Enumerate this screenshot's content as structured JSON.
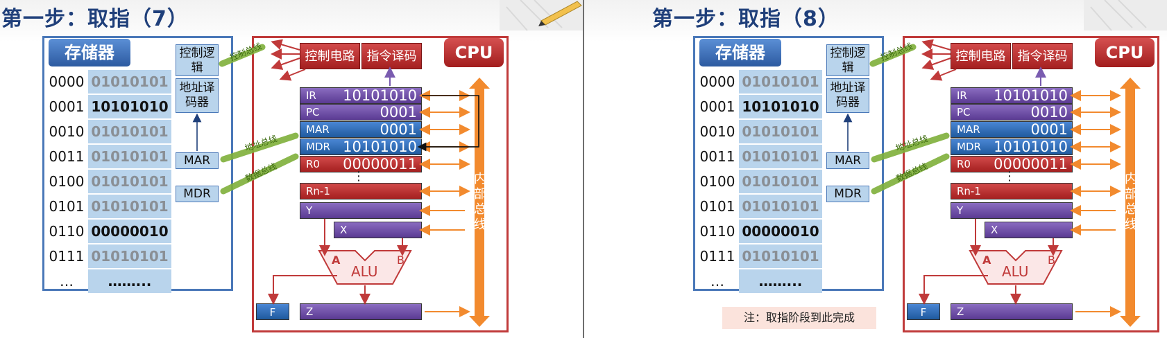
{
  "panels": [
    {
      "title": "第一步：取指（7）",
      "memory_title": "存储器",
      "memory": [
        {
          "addr": "0000",
          "value": "01010101"
        },
        {
          "addr": "0001",
          "value": "10101010"
        },
        {
          "addr": "0010",
          "value": "01010101"
        },
        {
          "addr": "0011",
          "value": "01010101"
        },
        {
          "addr": "0100",
          "value": "01010101"
        },
        {
          "addr": "0101",
          "value": "01010101"
        },
        {
          "addr": "0110",
          "value": "00000010"
        },
        {
          "addr": "0111",
          "value": "01010101"
        },
        {
          "addr": "…",
          "value": "……..."
        }
      ],
      "ctrl_logic": "控制逻辑",
      "addr_decoder": "地址译码器",
      "mar": "MAR",
      "mdr": "MDR",
      "cpu_title": "CPU",
      "ctrl_circuit": "控制电路",
      "instr_decode": "指令译码",
      "bus_labels": {
        "control": "控制总线",
        "address": "地址总线",
        "data": "数据总线"
      },
      "internal_bus": "内部总线",
      "registers": [
        {
          "name": "IR",
          "value": "10101010"
        },
        {
          "name": "PC",
          "value": "0001"
        },
        {
          "name": "MAR",
          "value": "0001"
        },
        {
          "name": "MDR",
          "value": "10101010"
        },
        {
          "name": "R0",
          "value": "00000011"
        }
      ],
      "dots": "⋮",
      "rn": "Rn-1",
      "y": "Y",
      "x": "X",
      "alu": "ALU",
      "alu_a": "A",
      "alu_b": "B",
      "f": "F",
      "z": "Z"
    },
    {
      "title": "第一步：取指（8）",
      "memory_title": "存储器",
      "memory": [
        {
          "addr": "0000",
          "value": "01010101"
        },
        {
          "addr": "0001",
          "value": "10101010"
        },
        {
          "addr": "0010",
          "value": "01010101"
        },
        {
          "addr": "0011",
          "value": "01010101"
        },
        {
          "addr": "0100",
          "value": "01010101"
        },
        {
          "addr": "0101",
          "value": "01010101"
        },
        {
          "addr": "0110",
          "value": "00000010"
        },
        {
          "addr": "0111",
          "value": "01010101"
        },
        {
          "addr": "…",
          "value": "……..."
        }
      ],
      "ctrl_logic": "控制逻辑",
      "addr_decoder": "地址译码器",
      "mar": "MAR",
      "mdr": "MDR",
      "cpu_title": "CPU",
      "ctrl_circuit": "控制电路",
      "instr_decode": "指令译码",
      "bus_labels": {
        "control": "控制总线",
        "address": "地址总线",
        "data": "数据总线"
      },
      "internal_bus": "内部总线",
      "registers": [
        {
          "name": "IR",
          "value": "10101010"
        },
        {
          "name": "PC",
          "value": "0010"
        },
        {
          "name": "MAR",
          "value": "0001"
        },
        {
          "name": "MDR",
          "value": "10101010"
        },
        {
          "name": "R0",
          "value": "00000011"
        }
      ],
      "dots": "⋮",
      "rn": "Rn-1",
      "y": "Y",
      "x": "X",
      "alu": "ALU",
      "alu_a": "A",
      "alu_b": "B",
      "f": "F",
      "z": "Z",
      "note": "注：取指阶段到此完成"
    }
  ],
  "colors": {
    "title": "#1f3f7a",
    "memory_frame": "#4a78b8",
    "cell_fill": "#b9d4ec",
    "cpu_frame": "#c03a3a",
    "bus_orange": "#f28a2e",
    "bus_green": "#7fb03a",
    "note_fill": "#fbe3dc"
  }
}
